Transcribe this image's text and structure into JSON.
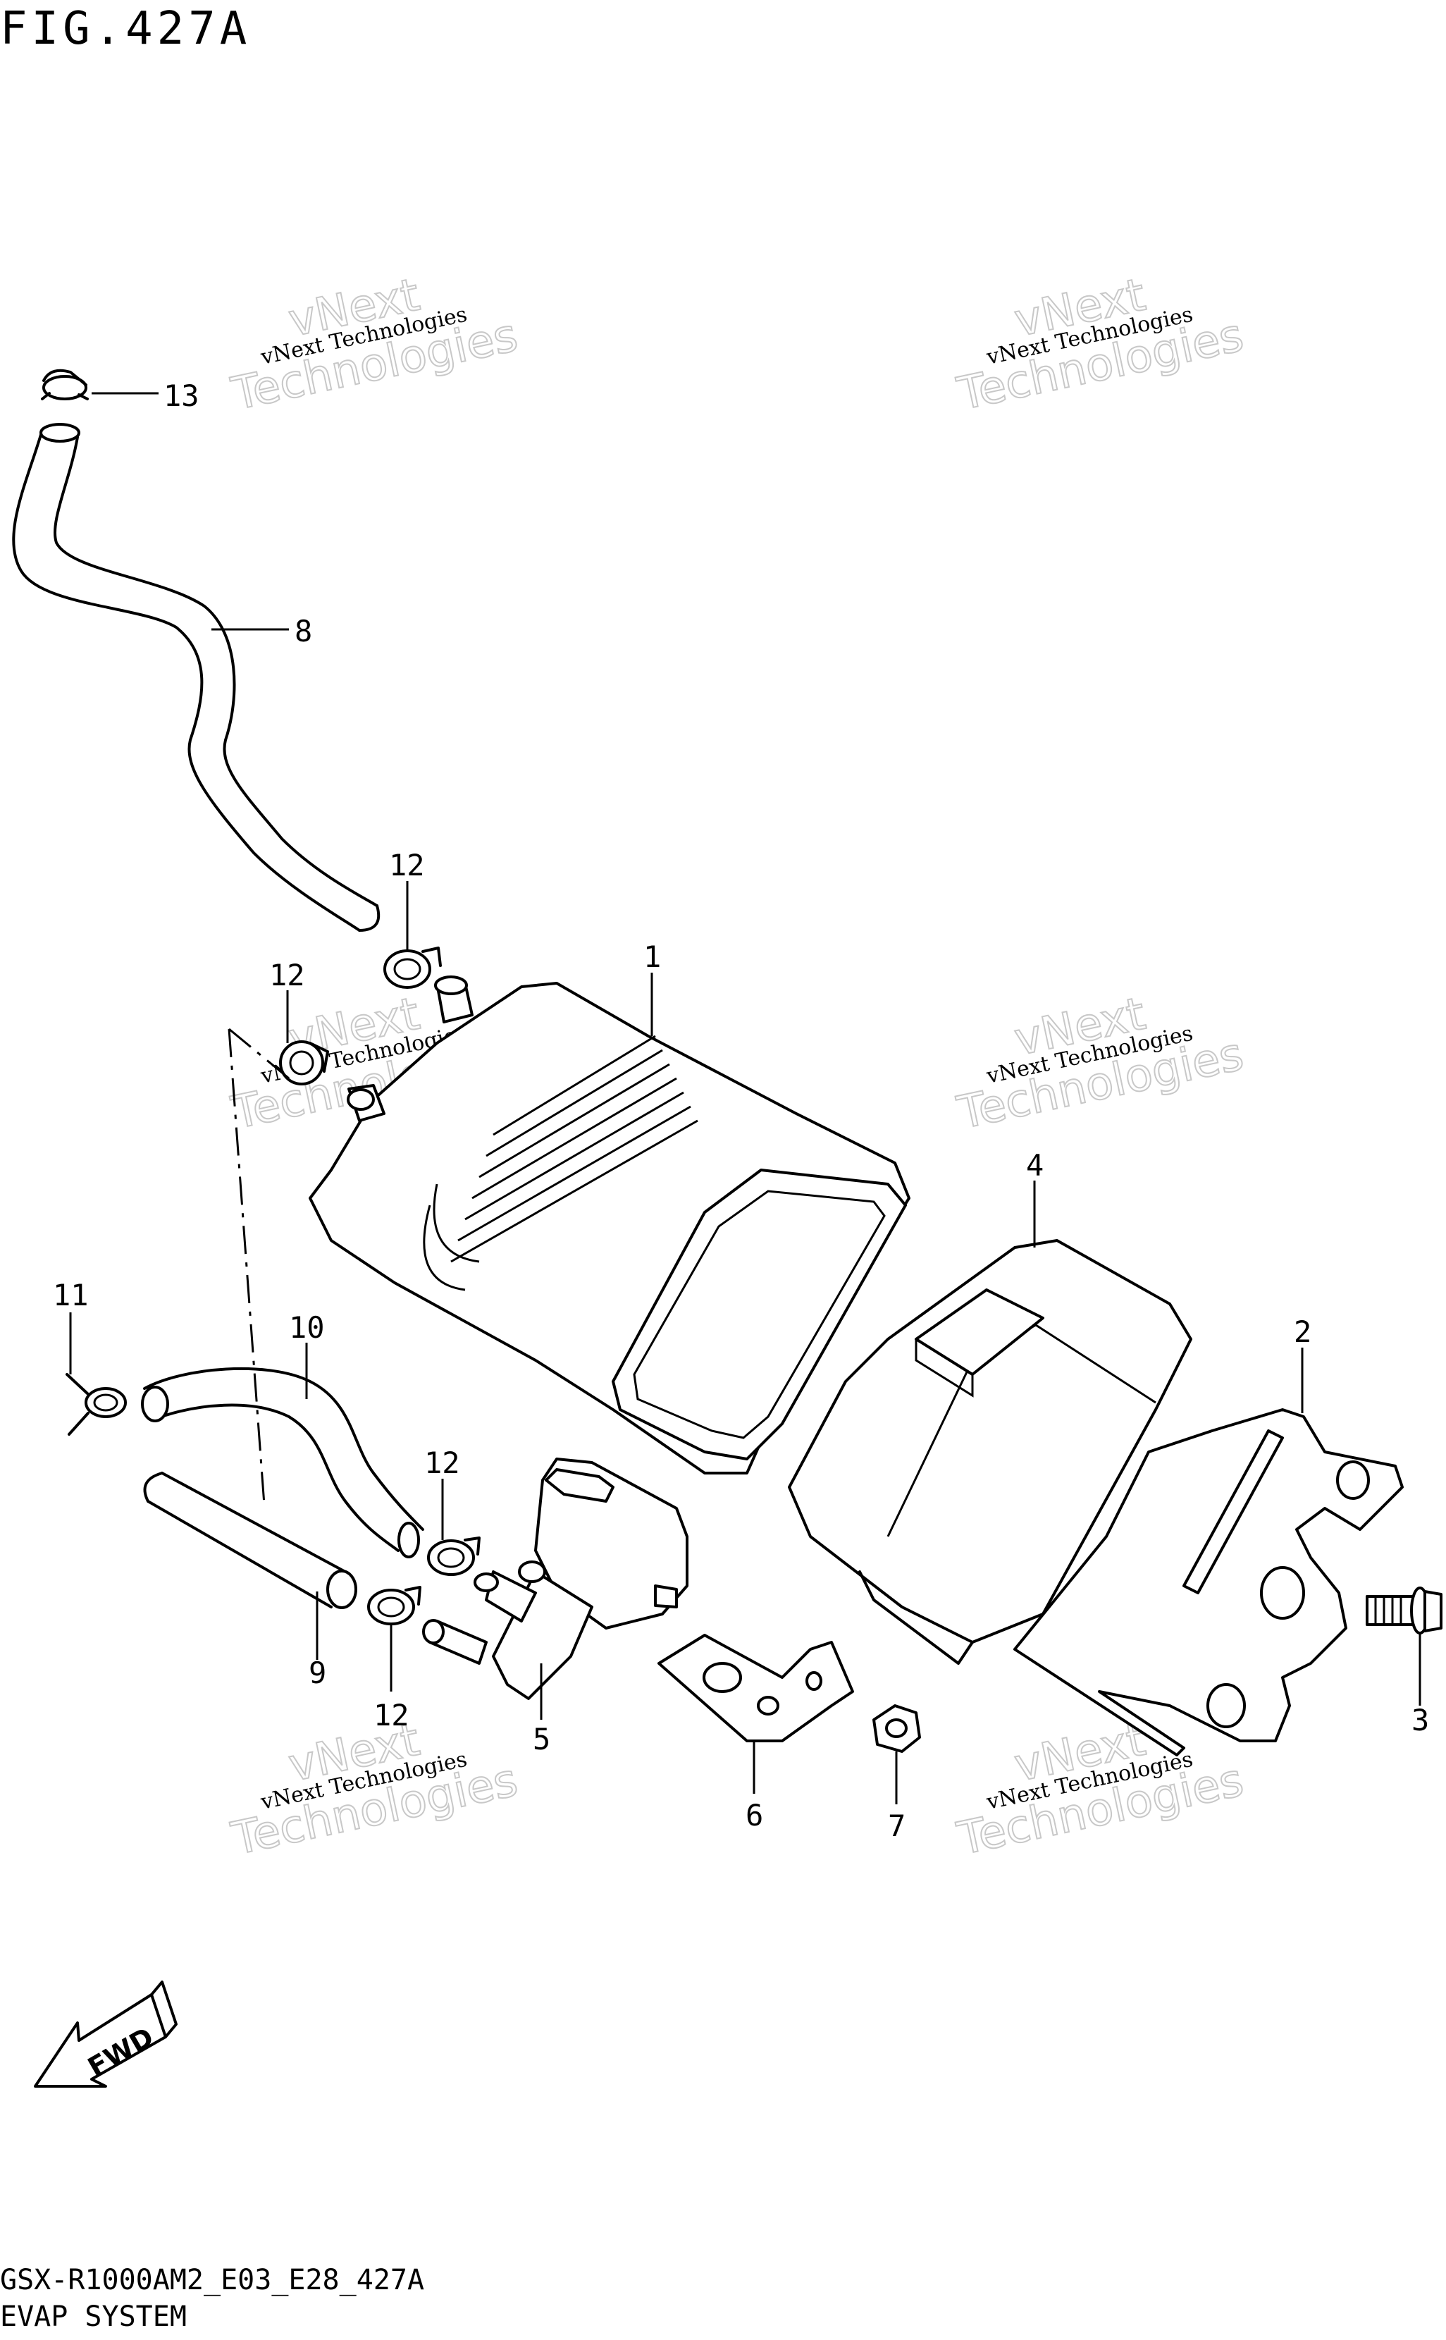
{
  "figure": {
    "title": "FIG.427A",
    "model_code": "GSX-R1000AM2_E03_E28_427A",
    "name": "EVAP SYSTEM"
  },
  "watermark": {
    "line_small": "vNext Technologies",
    "line_big_top": "vNext",
    "line_big_bottom": "Technologies"
  },
  "direction_label": "FWD",
  "callouts": [
    {
      "id": "1",
      "part": "canister"
    },
    {
      "id": "2",
      "part": "bracket"
    },
    {
      "id": "3",
      "part": "bolt"
    },
    {
      "id": "4",
      "part": "cover"
    },
    {
      "id": "5",
      "part": "valve"
    },
    {
      "id": "6",
      "part": "bracket"
    },
    {
      "id": "7",
      "part": "nut"
    },
    {
      "id": "8",
      "part": "hose"
    },
    {
      "id": "9",
      "part": "hose"
    },
    {
      "id": "10",
      "part": "hose"
    },
    {
      "id": "11",
      "part": "clamp"
    },
    {
      "id": "12",
      "part": "clamp"
    },
    {
      "id": "13",
      "part": "clamp"
    }
  ]
}
